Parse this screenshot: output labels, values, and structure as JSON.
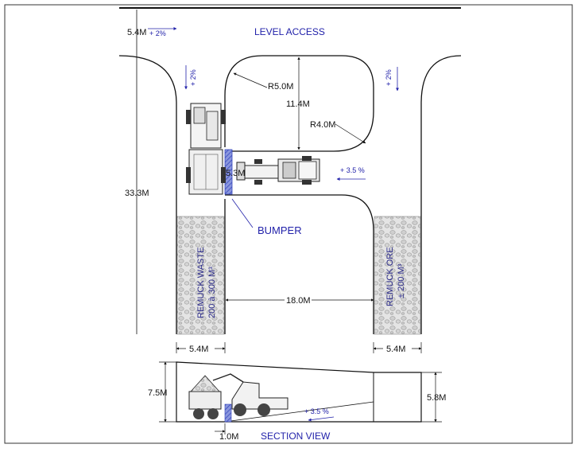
{
  "labels": {
    "level_access": "LEVEL ACCESS",
    "bumper": "BUMPER",
    "section_view": "SECTION VIEW",
    "remuck_waste_line1": "REMUCK WASTE",
    "remuck_waste_line2": "200 à 300 M³",
    "remuck_ore_line1": "REMUCK ORE",
    "remuck_ore_line2": "± 200 M³"
  },
  "dimensions": {
    "top_width": "5.4M",
    "radius_large": "R5.0M",
    "radius_small": "R4.0M",
    "pillar_height": "11.4M",
    "drift_width": "5.3M",
    "total_length": "33.3M",
    "remuck_spacing": "18.0M",
    "remuck_left_width": "5.4M",
    "remuck_right_width": "5.4M",
    "section_height_left": "7.5M",
    "section_height_right": "5.8M",
    "section_bottom": "1.0M"
  },
  "grades": {
    "top_left": "+ 2%",
    "left_drift": "+ 2%",
    "right_drift": "+ 2%",
    "ramp": "+ 3.5 %",
    "section_ramp": "+ 3.5 %"
  },
  "colors": {
    "annotation_blue": "#2222aa",
    "bumper_fill": "#5566cc",
    "outline": "#111111",
    "muck": "#d8d8d8"
  }
}
